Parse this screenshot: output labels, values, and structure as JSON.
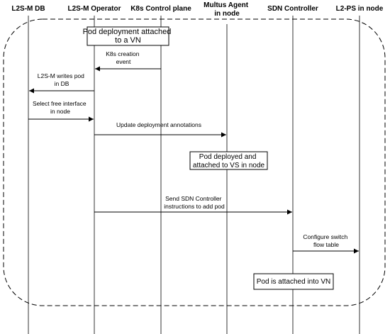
{
  "participants": [
    {
      "id": "db",
      "lines": [
        "L2S-M DB"
      ]
    },
    {
      "id": "op",
      "lines": [
        "L2S-M Operator"
      ]
    },
    {
      "id": "k8s",
      "lines": [
        "K8s Control plane"
      ]
    },
    {
      "id": "multus",
      "lines": [
        "Multus Agent",
        "in node"
      ]
    },
    {
      "id": "sdn",
      "lines": [
        "SDN Controller"
      ]
    },
    {
      "id": "l2ps",
      "lines": [
        "L2-PS in node"
      ]
    }
  ],
  "notes": [
    {
      "id": "pod-deployment-attached",
      "lines": [
        "Pod deployment attached",
        "to a VN"
      ]
    },
    {
      "id": "pod-deployed-attached",
      "lines": [
        "Pod deployed and",
        "attached to VS in node"
      ]
    },
    {
      "id": "pod-attached-vn",
      "lines": [
        "Pod is attached into VN"
      ]
    }
  ],
  "messages": [
    {
      "id": "k8s-creation-event",
      "from": "k8s",
      "to": "op",
      "lines": [
        "K8s creation",
        "event"
      ]
    },
    {
      "id": "writes-pod-in-db",
      "from": "op",
      "to": "db",
      "lines": [
        "L2S-M writes pod",
        "in DB"
      ]
    },
    {
      "id": "select-free-interface",
      "from": "db",
      "to": "op",
      "lines": [
        "Select free interface",
        "in node"
      ]
    },
    {
      "id": "update-deployment-annotations",
      "from": "op",
      "to": "multus",
      "lines": [
        "Update deployment annotations"
      ]
    },
    {
      "id": "send-sdn-instructions",
      "from": "op",
      "to": "sdn",
      "lines": [
        "Send SDN Controller",
        "instructions to add pod"
      ]
    },
    {
      "id": "configure-switch-flow-table",
      "from": "sdn",
      "to": "l2ps",
      "lines": [
        "Configure switch",
        "flow table"
      ]
    }
  ],
  "colors": {
    "line": "#000000",
    "background": "#ffffff",
    "text": "#000000"
  }
}
